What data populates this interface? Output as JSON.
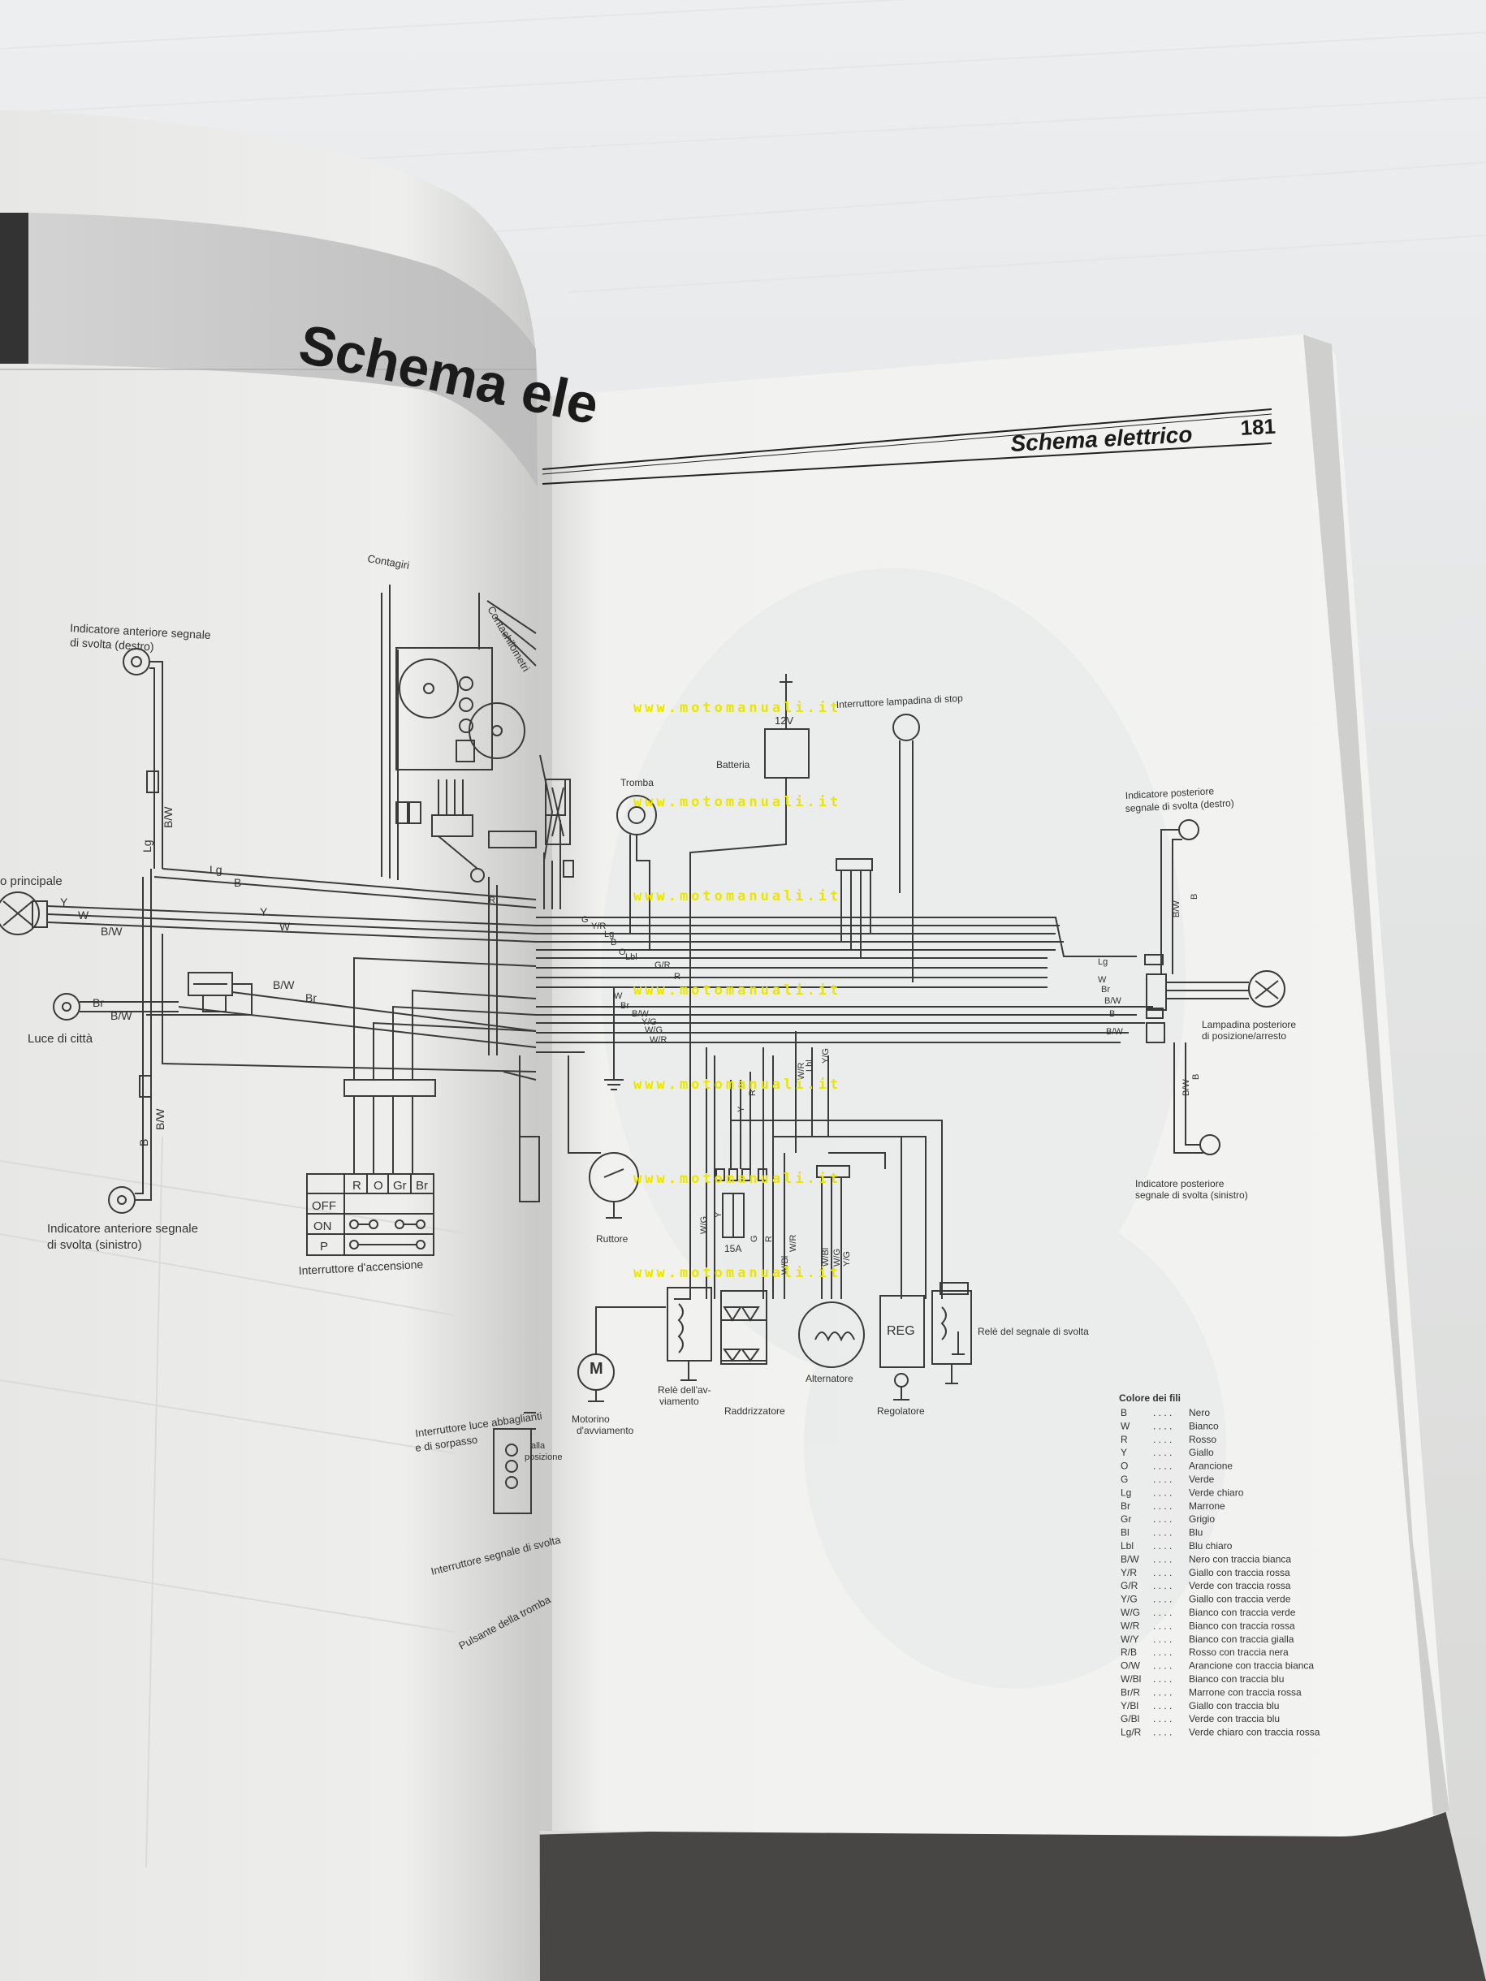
{
  "left_page": {
    "title_fragment": "Schema ele",
    "labels": {
      "front_right": [
        "Indicatore anteriore segnale",
        "di svolta (destro)"
      ],
      "contagiri": "Contagiri",
      "contachilometri": "Contachilometri",
      "faro": "o principale",
      "luce_citta": "Luce di città",
      "front_left": [
        "Indicatore anteriore segnale",
        "di svolta (sinistro)"
      ],
      "ignition_switch": "Interruttore d'accensione",
      "dimmer_switch": [
        "Interruttore luce abbaglianti",
        "e di sorpasso"
      ],
      "dimmer_side": [
        "alla",
        "posizione"
      ],
      "turn_switch": "Interruttore segnale di svolta",
      "horn_button": "Pulsante della tromba"
    },
    "ignition_table": {
      "headers": [
        "R",
        "O",
        "Gr",
        "Br"
      ],
      "rows": [
        "OFF",
        "ON",
        "P"
      ]
    },
    "wire_tags": [
      "Lg",
      "B/W",
      "Lg",
      "B",
      "Y",
      "W",
      "B/W",
      "Y",
      "W",
      "Br",
      "B/W",
      "B/W",
      "Br",
      "B",
      "B/W",
      "R"
    ]
  },
  "right_page": {
    "header": {
      "title": "Schema elettrico",
      "page_number": "181"
    },
    "labels": {
      "stop_switch": "Interruttore lampadina di stop",
      "battery": "Batteria",
      "battery_voltage": "12V",
      "horn": "Tromba",
      "rear_right": [
        "Indicatore posteriore",
        "segnale di svolta (destro)"
      ],
      "tail_lamp": [
        "Lampadina posteriore",
        "di posizione/arresto"
      ],
      "rear_left": [
        "Indicatore posteriore",
        "segnale di svolta (sinistro)"
      ],
      "breaker": "Ruttore",
      "starter_motor": [
        "Motorino",
        "d'avviamento"
      ],
      "starter_relay": [
        "Relè dell'av-",
        "viamento"
      ],
      "rectifier": "Raddrizzatore",
      "alternator": "Alternatore",
      "regulator": "Regolatore",
      "reg_box": "REG",
      "turn_relay": "Relè del segnale di svolta",
      "fuse": "15A"
    },
    "wire_tags": [
      "G",
      "Y/R",
      "Lg",
      "B",
      "O",
      "Lbl",
      "G/R",
      "R",
      "W",
      "Br",
      "B/W",
      "Y/G",
      "W/G",
      "W/R",
      "Lg",
      "W",
      "Br",
      "B/W",
      "B",
      "B/W",
      "B/W",
      "B",
      "B/W",
      "B",
      "Y",
      "R",
      "W/R",
      "Lbl",
      "Y/G",
      "W/G",
      "Y",
      "G",
      "R",
      "W/R",
      "W/Bl",
      "W/Bl",
      "W/G",
      "Y/G"
    ],
    "legend": {
      "title": "Colore dei fili",
      "entries": [
        {
          "code": "B",
          "color": "Nero"
        },
        {
          "code": "W",
          "color": "Bianco"
        },
        {
          "code": "R",
          "color": "Rosso"
        },
        {
          "code": "Y",
          "color": "Giallo"
        },
        {
          "code": "O",
          "color": "Arancione"
        },
        {
          "code": "G",
          "color": "Verde"
        },
        {
          "code": "Lg",
          "color": "Verde chiaro"
        },
        {
          "code": "Br",
          "color": "Marrone"
        },
        {
          "code": "Gr",
          "color": "Grigio"
        },
        {
          "code": "Bl",
          "color": "Blu"
        },
        {
          "code": "Lbl",
          "color": "Blu chiaro"
        },
        {
          "code": "B/W",
          "color": "Nero con traccia bianca"
        },
        {
          "code": "Y/R",
          "color": "Giallo con traccia rossa"
        },
        {
          "code": "G/R",
          "color": "Verde con traccia rossa"
        },
        {
          "code": "Y/G",
          "color": "Giallo con traccia verde"
        },
        {
          "code": "W/G",
          "color": "Bianco con traccia verde"
        },
        {
          "code": "W/R",
          "color": "Bianco con traccia rossa"
        },
        {
          "code": "W/Y",
          "color": "Bianco con traccia gialla"
        },
        {
          "code": "R/B",
          "color": "Rosso con traccia nera"
        },
        {
          "code": "O/W",
          "color": "Arancione con traccia bianca"
        },
        {
          "code": "W/Bl",
          "color": "Bianco con traccia blu"
        },
        {
          "code": "Br/R",
          "color": "Marrone con traccia rossa"
        },
        {
          "code": "Y/Bl",
          "color": "Giallo con traccia blu"
        },
        {
          "code": "G/Bl",
          "color": "Verde con traccia blu"
        },
        {
          "code": "Lg/R",
          "color": "Verde chiaro con traccia rossa"
        }
      ]
    }
  },
  "watermark": "www.motomanuali.it"
}
